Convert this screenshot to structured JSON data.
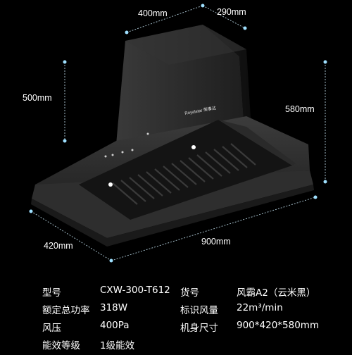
{
  "dimensions": {
    "width_top": "400mm",
    "depth_top": "290mm",
    "chimney_height": "500mm",
    "total_height": "580mm",
    "depth_bottom": "420mm",
    "width_bottom": "900mm"
  },
  "product": {
    "brand": "Royalstar 荣事达"
  },
  "specs": [
    {
      "label": "型号",
      "value": "CXW-300-T612",
      "label2": "货号",
      "value2": "风霸A2（云米黑）"
    },
    {
      "label": "额定总功率",
      "value": "318W",
      "label2": "标识风量",
      "value2": "22m³/min"
    },
    {
      "label": "风压",
      "value": "400Pa",
      "label2": "机身尺寸",
      "value2": "900*420*580mm"
    },
    {
      "label": "能效等级",
      "value": "1级能效",
      "label2": "",
      "value2": ""
    }
  ],
  "colors": {
    "background": "#000000",
    "hood_body": "#2b2b2b",
    "dimension_line": "#7fb3c8"
  }
}
